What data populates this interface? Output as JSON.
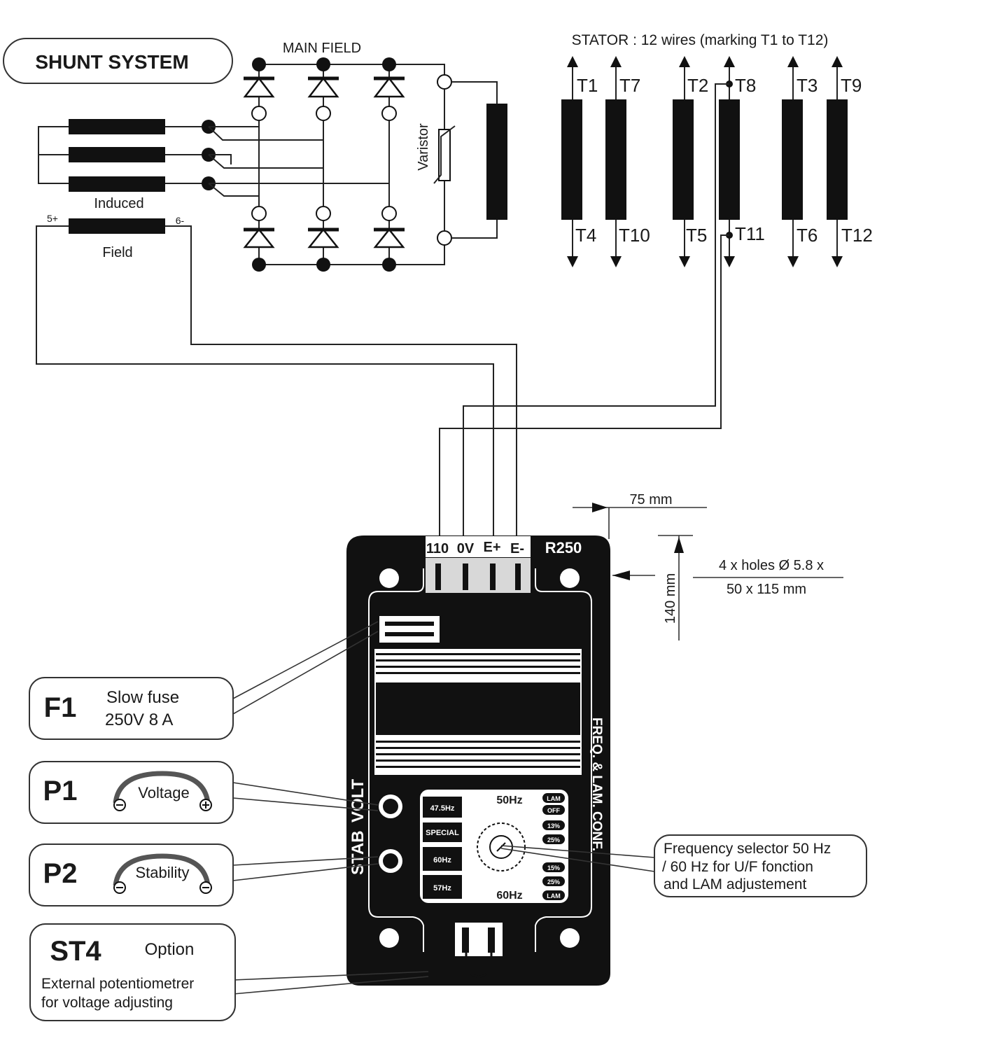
{
  "system_title": "SHUNT SYSTEM",
  "main_field_label": "MAIN FIELD",
  "varistor_label": "Varistor",
  "induced_label": "Induced",
  "field_label": "Field",
  "field_plus": "5+",
  "field_minus": "6-",
  "stator_title": "STATOR : 12 wires (marking T1 to T12)",
  "stator_top": [
    "T1",
    "T7",
    "T2",
    "T8",
    "T3",
    "T9"
  ],
  "stator_bottom": [
    "T4",
    "T10",
    "T5",
    "T11",
    "T6",
    "T12"
  ],
  "terminals": [
    "110",
    "0V",
    "E+",
    "E-"
  ],
  "model": "R250",
  "dim_width": "75 mm",
  "dim_height": "140 mm",
  "holes_line1": "4 x holes Ø 5.8 x",
  "holes_line2": "50 x 115 mm",
  "board_side_label": "FREQ. & LAM. CONF.",
  "board_volt_label": "VOLT",
  "board_stab_label": "STAB",
  "selector": {
    "labels": [
      "47.5Hz",
      "SPECIAL",
      "60Hz",
      "57Hz",
      "50Hz",
      "60Hz"
    ],
    "options": [
      "LAM",
      "OFF",
      "13%",
      "25%",
      "15%",
      "25%",
      "LAM"
    ]
  },
  "f1": {
    "code": "F1",
    "line1": "Slow fuse",
    "line2": "250V 8 A"
  },
  "p1": {
    "code": "P1",
    "label": "Voltage"
  },
  "p2": {
    "code": "P2",
    "label": "Stability"
  },
  "st4": {
    "code": "ST4",
    "label": "Option",
    "line1": "External potentiometrer",
    "line2": "for voltage adjusting"
  },
  "freq": {
    "line1": "Frequency selector 50 Hz",
    "line2": "/ 60 Hz for U/F fonction",
    "line3": "and LAM adjustement"
  }
}
